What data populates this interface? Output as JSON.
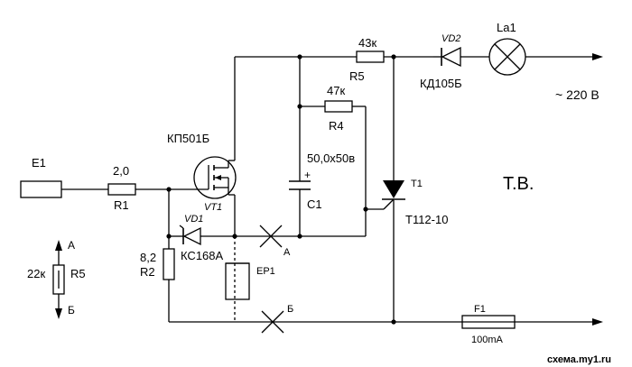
{
  "components": {
    "e1": {
      "ref": "E1"
    },
    "r1": {
      "ref": "R1",
      "value": "2,0"
    },
    "vt1": {
      "ref": "VT1",
      "type": "КП501Б"
    },
    "r5_top": {
      "ref": "R5",
      "value": "43к"
    },
    "r4": {
      "ref": "R4",
      "value": "47к"
    },
    "c1": {
      "ref": "C1",
      "value": "50,0х50в",
      "polarity": "+"
    },
    "vd2": {
      "ref": "VD2",
      "type": "КД105Б"
    },
    "la1": {
      "ref": "La1"
    },
    "t1": {
      "ref": "T1",
      "type": "Т112-10"
    },
    "vd1": {
      "ref": "VD1",
      "type": "КС168А"
    },
    "r2": {
      "ref": "R2",
      "value": "8,2"
    },
    "ep1": {
      "ref": "EP1"
    },
    "f1": {
      "ref": "F1",
      "value": "100mA"
    },
    "r5_side": {
      "ref": "R5",
      "value": "22к",
      "end_a": "А",
      "end_b": "Б"
    }
  },
  "marks": {
    "a": "А",
    "b": "Б"
  },
  "supply": "~ 220 В",
  "title": "Т.В.",
  "watermark": "схема.my1.ru"
}
